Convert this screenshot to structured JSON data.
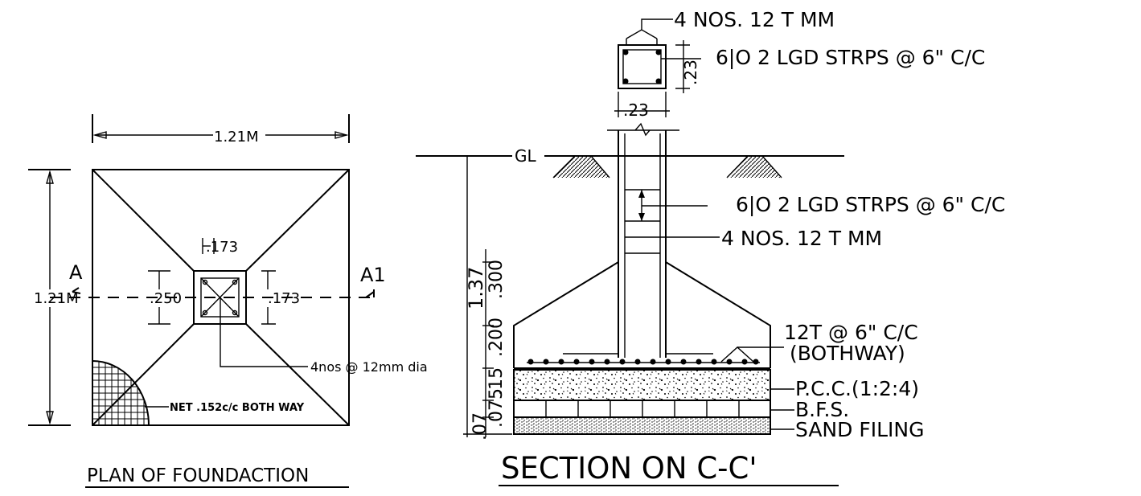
{
  "plan": {
    "title": "PLAN OF FOUNDACTION",
    "width_dim": "1.21M",
    "height_dim": "1.21M",
    "col_top_dim": ".173",
    "col_left_dim": ".250",
    "col_right_dim": ".173",
    "section_left": "A",
    "section_right": "A1",
    "rebar_note": "4nos @ 12mm dia",
    "net_note": "NET .152c/c BOTH WAY"
  },
  "column_section": {
    "main_bars": "4 NOS. 12 T MM",
    "stirrups": "6|O 2 LGD STRPS @ 6\" C/C",
    "depth_dim": ".23",
    "width_dim": ".23"
  },
  "section": {
    "title": "SECTION ON C-C'",
    "gl_label": "GL",
    "stirrups": "6|O 2 LGD STRPS @ 6\" C/C",
    "main_bars": "4 NOS. 12 T MM",
    "base_bars": "12T @ 6\" C/C",
    "base_bars_note": "(BOTHWAY)",
    "pcc": "P.C.C.(1:2:4)",
    "bfs": "B.F.S.",
    "sand": "SAND FILING",
    "depth_dim": "1.37",
    "dim_300": ".300",
    "dim_200": ".200",
    "dim_15": ".15",
    "dim_07": ".07",
    "dim_075": ".075"
  }
}
